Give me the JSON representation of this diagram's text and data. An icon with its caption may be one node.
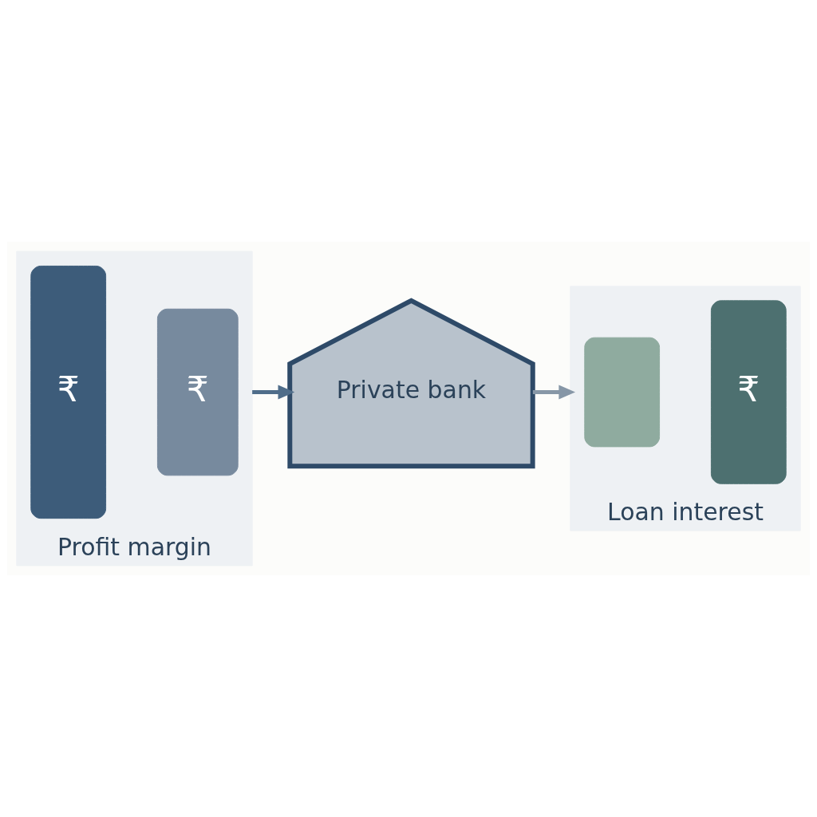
{
  "diagram": {
    "nodes": [
      {
        "text": [
          "Profit margin"
        ]
      },
      {
        "text": [
          "₹"
        ],
        "in": 0
      },
      {
        "text": [
          "₹"
        ],
        "in": 0
      },
      {
        "text": [
          "Private bank"
        ]
      },
      {
        "text": [
          "Loan interest"
        ]
      },
      {
        "text": [],
        "shape": "bar",
        "in": 4
      },
      {
        "text": [
          "₹"
        ],
        "in": 4
      }
    ],
    "edges": [
      {
        "from": 0,
        "to": 3,
        "arrow": "to",
        "color": "#4f6d8a"
      },
      {
        "from": 3,
        "to": 4,
        "arrow": "to",
        "color": "#8797a7"
      }
    ]
  }
}
